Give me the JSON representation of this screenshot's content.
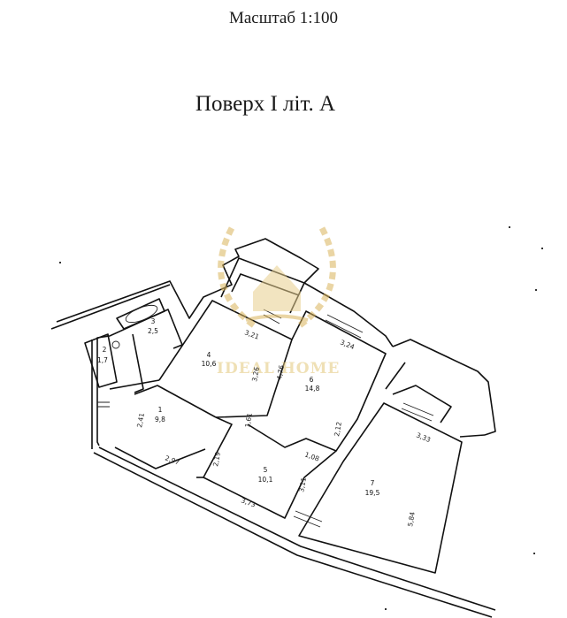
{
  "header": {
    "scale_label": "Масштаб 1:100",
    "floor_label": "Поверх I літ. А"
  },
  "rooms": [
    {
      "number": "1",
      "area": "9,8"
    },
    {
      "number": "2",
      "area": "1,7"
    },
    {
      "number": "3",
      "area": "2,5"
    },
    {
      "number": "4",
      "area": "10,6"
    },
    {
      "number": "5",
      "area": "10,1"
    },
    {
      "number": "6",
      "area": "14,8"
    },
    {
      "number": "7",
      "area": "19,5"
    }
  ],
  "dimensions": [
    "2,41",
    "2,97",
    "2,19",
    "3,73",
    "3,11",
    "1,08",
    "1,61",
    "2,12",
    "3,26",
    "4,76",
    "3,24",
    "3,33",
    "5,84",
    "3,21"
  ],
  "watermark": {
    "text": "IDEAL HOME",
    "color": "#e2c77a"
  }
}
